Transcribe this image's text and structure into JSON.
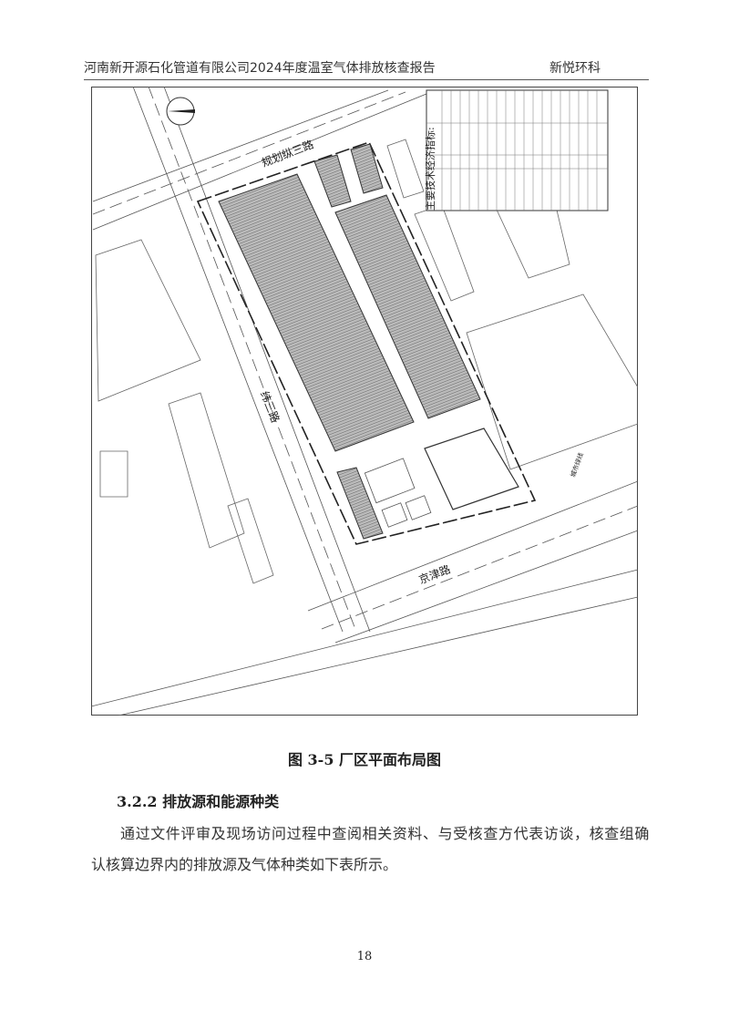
{
  "header": {
    "title": "河南新开源石化管道有限公司2024年度温室气体排放核查报告",
    "org": "新悦环科"
  },
  "figure": {
    "caption": "图 3-5 厂区平面布局图",
    "labels": {
      "road_north": "规划纵三路",
      "road_west": "纬三路",
      "road_south": "京津路",
      "green_line": "城市绿线",
      "table_title": "主要技术经济指标:"
    }
  },
  "section": {
    "heading": "3.2.2 排放源和能源种类",
    "paragraph_line1": "通过文件评审及现场访问过程中查阅相关资料、与受核查方代表访谈，核查组确",
    "paragraph_line2": "认核算边界内的排放源及气体种类如下表所示。"
  },
  "footer": {
    "page_number": "18"
  }
}
